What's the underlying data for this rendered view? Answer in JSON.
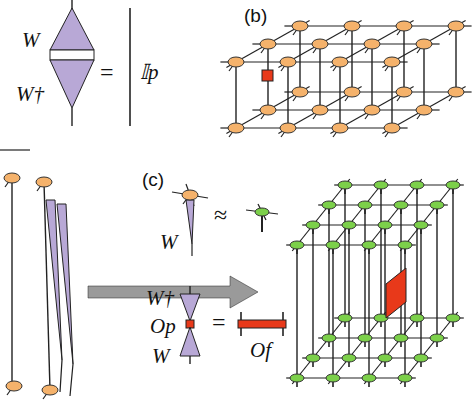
{
  "diagram": {
    "labels": [
      "W",
      "W†",
      "=",
      "𝕀p",
      "(b)",
      "(c)",
      "W",
      "≈",
      "W†",
      "Op",
      "W",
      "=",
      "Of"
    ]
  }
}
